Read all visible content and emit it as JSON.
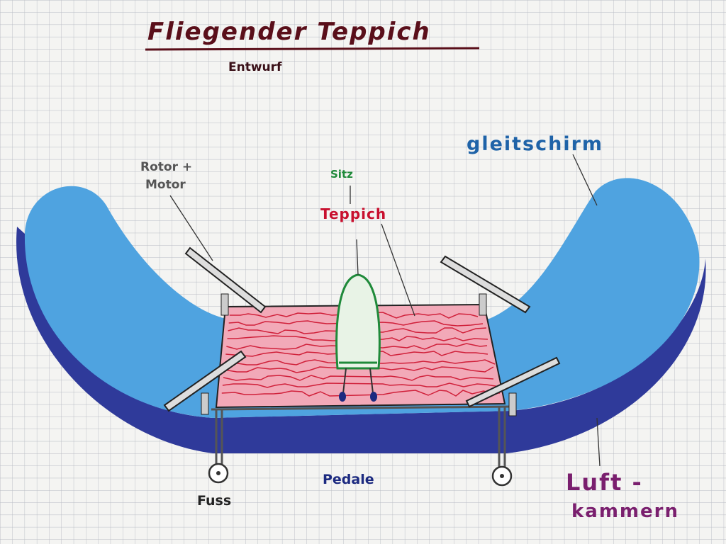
{
  "title": "Fliegender Teppich",
  "subtitle": "Entwurf",
  "labels": {
    "gleitschirm": "gleitschirm",
    "rotor_line1": "Rotor +",
    "rotor_line2": "Motor",
    "sitz": "Sitz",
    "teppich": "Teppich",
    "pedale": "Pedale",
    "fuss": "Fuss",
    "luft_line1": "Luft -",
    "luft_line2": "kammern"
  },
  "colors": {
    "paper": "#f4f4f2",
    "grid": "#b9bcc4",
    "light_blue": "#4fa3e0",
    "dark_blue": "#2f3a9a",
    "carpet": "#f2a9b8",
    "carpet_lines": "#d0203a",
    "seat": "#1f8a3a",
    "title": "#5a0f1a",
    "gleitschirm_text": "#1f63a8",
    "luft_text": "#7a1f6e"
  }
}
